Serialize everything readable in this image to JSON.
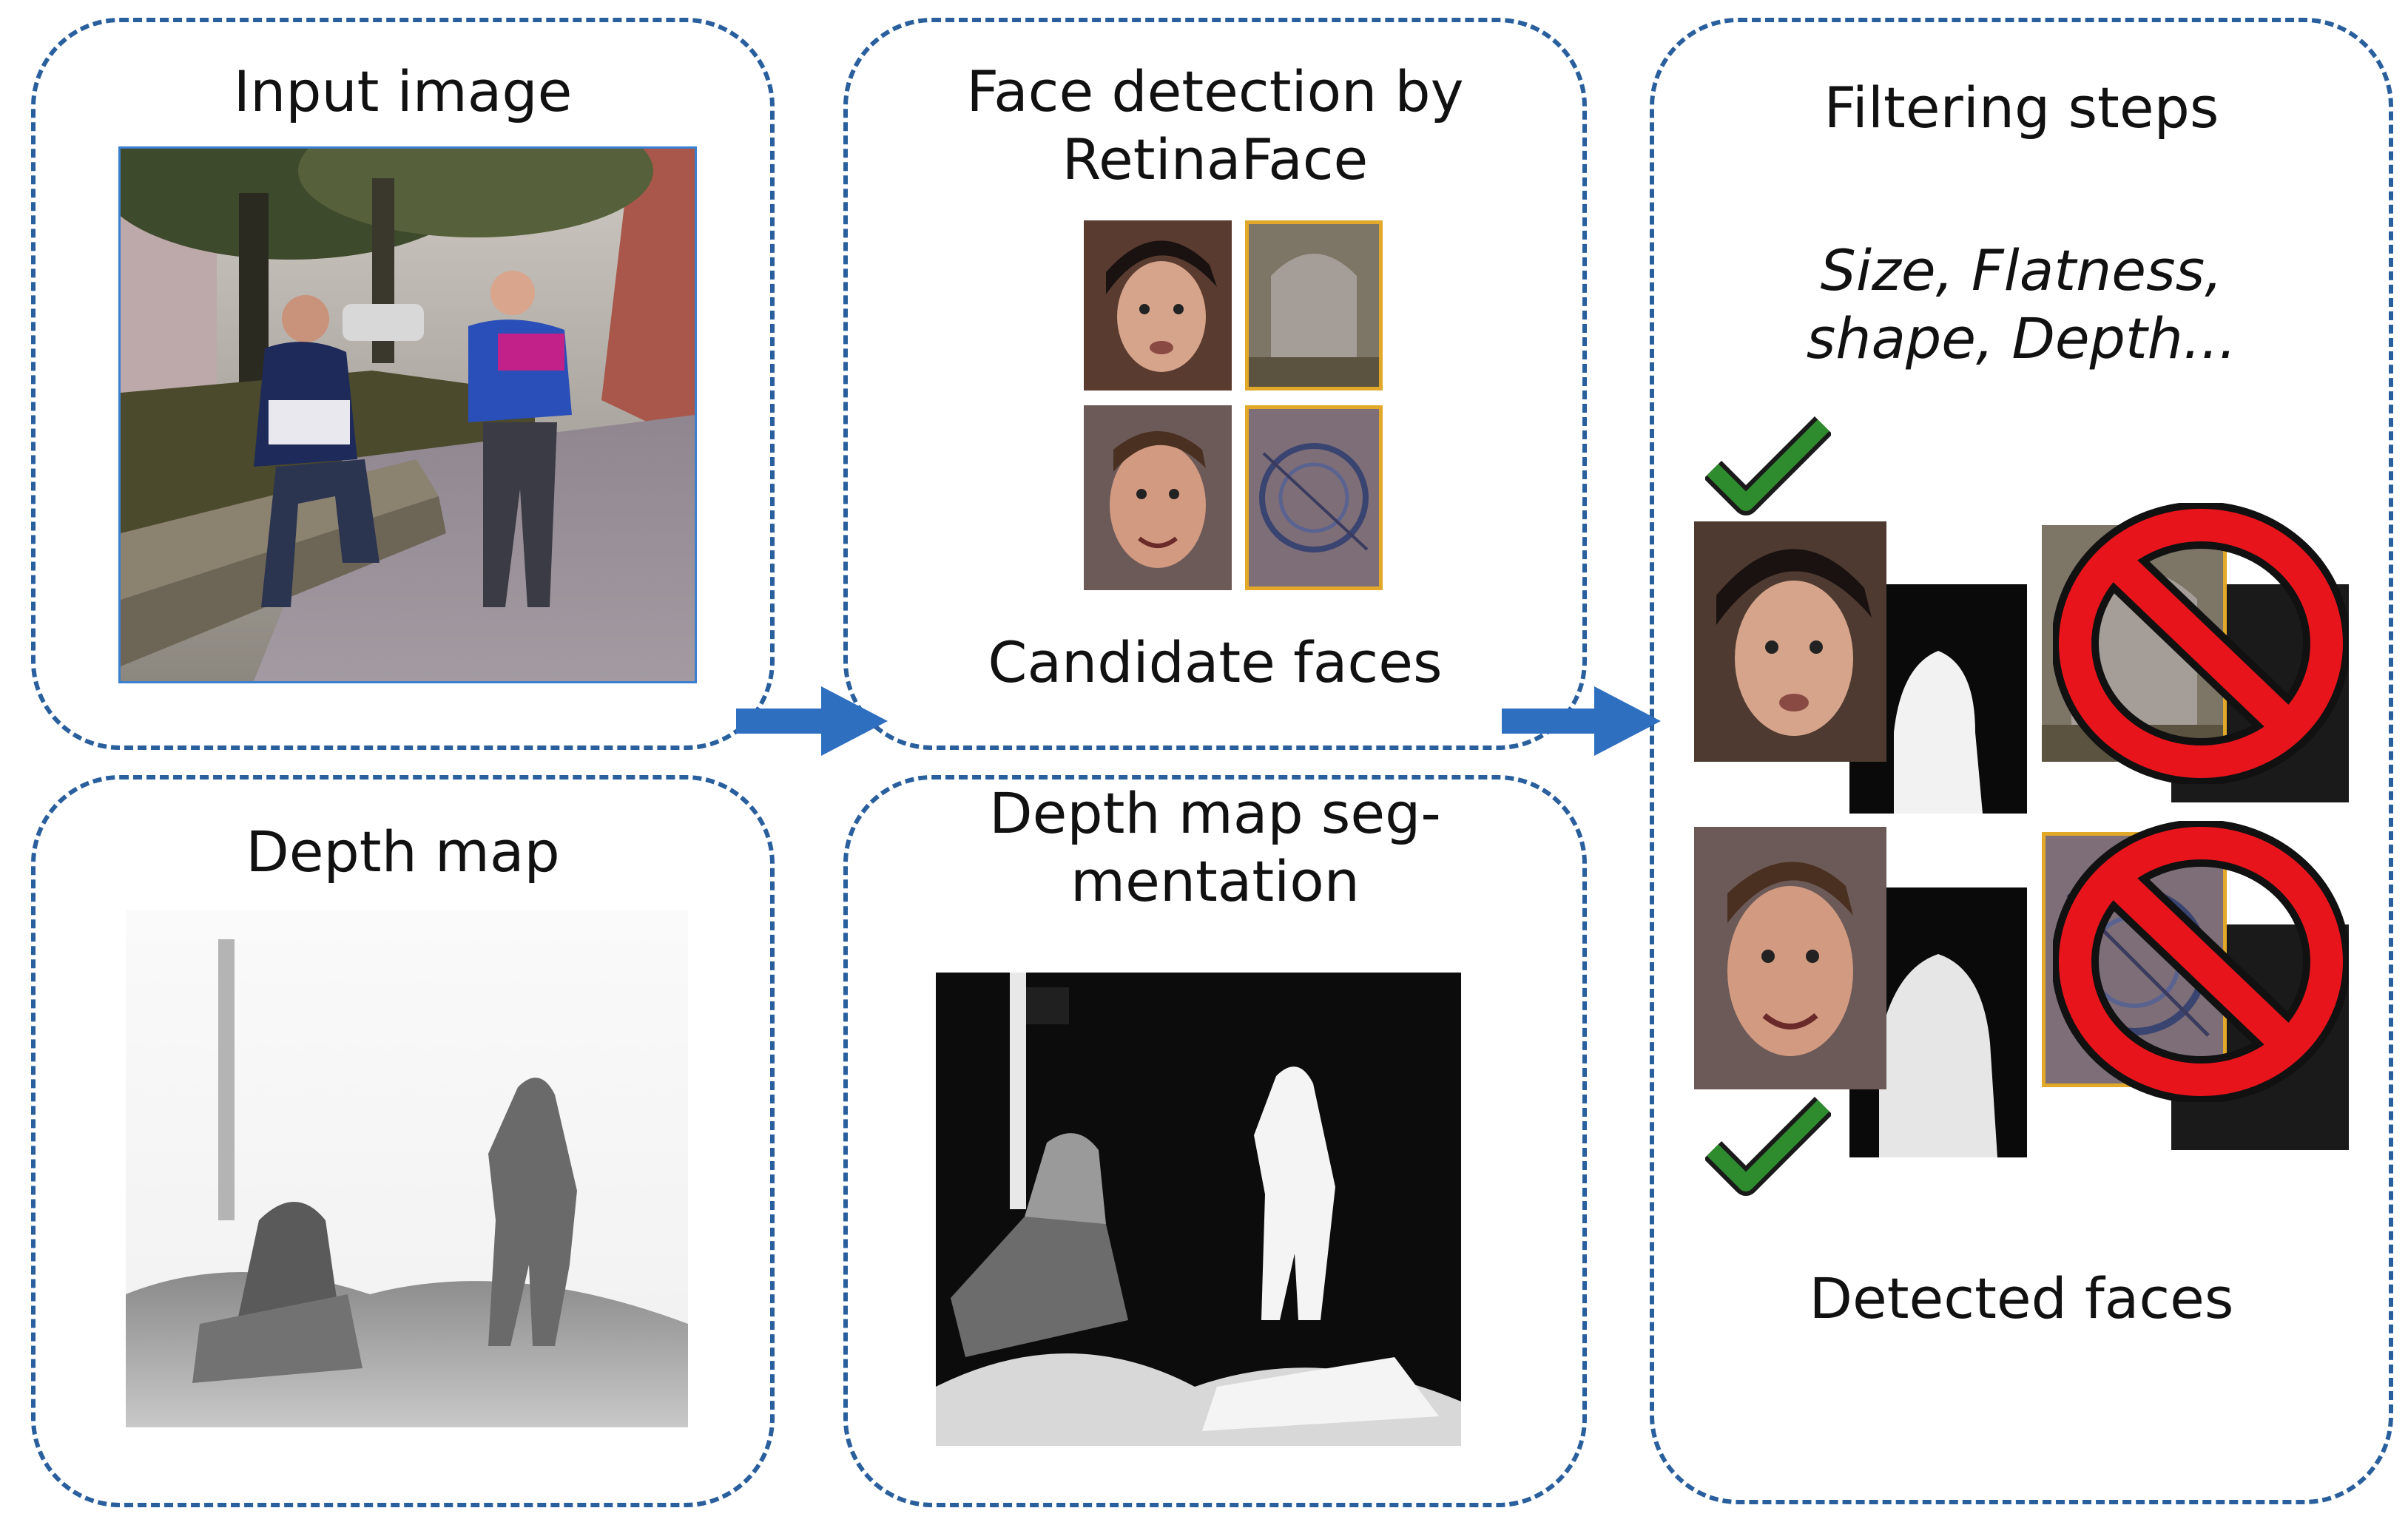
{
  "panels": {
    "input": {
      "title": "Input image"
    },
    "depth": {
      "title": "Depth map"
    },
    "detection": {
      "title_line1": "Face detection by",
      "title_line2": "RetinaFace",
      "caption": "Candidate faces"
    },
    "segmentation": {
      "title_line1": "Depth map seg-",
      "title_line2": "mentation"
    },
    "filtering": {
      "title": "Filtering steps",
      "criteria_line1": "Size, Flatness,",
      "criteria_line2": "shape, Depth...",
      "caption": "Detected faces"
    }
  },
  "colors": {
    "border": "#2a5f9e",
    "arrow": "#2f6fc0",
    "check": "#2e8b2e",
    "reject": "#e8141c",
    "candidate_reject_border": "#e2a82a"
  },
  "icons": [
    "check-icon",
    "prohibited-icon",
    "right-arrow-icon"
  ]
}
